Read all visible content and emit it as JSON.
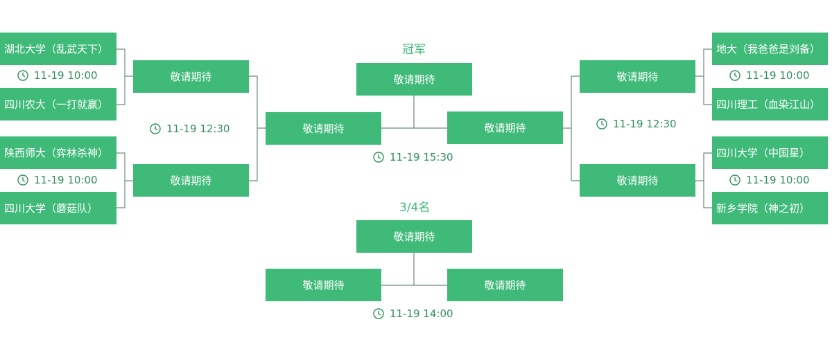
{
  "colors": {
    "accent": "#3fba78",
    "text_green": "#2f8f5a",
    "line": "#6a8a78"
  },
  "headings": {
    "champion": "冠军",
    "third_place": "3/4名"
  },
  "left": {
    "teams": [
      "湖北大学（乱武天下）",
      "四川农大（一打就赢）",
      "陕西师大（弈林杀神）",
      "四川大学（蘑菇队）"
    ],
    "match_times": [
      "11-19  10:00",
      "11-19  10:00"
    ],
    "round2": [
      "敬请期待",
      "敬请期待"
    ],
    "round2_time": "11-19  12:30",
    "semifinal": "敬请期待"
  },
  "right": {
    "teams": [
      "地大（我爸爸是刘备）",
      "四川理工（血染江山）",
      "四川大学（中国星）",
      "新乡学院（神之初）"
    ],
    "match_times": [
      "11-19  10:00",
      "11-19  10:00"
    ],
    "round2": [
      "敬请期待",
      "敬请期待"
    ],
    "round2_time": "11-19  12:30",
    "semifinal": "敬请期待"
  },
  "final": {
    "winner": "敬请期待",
    "time": "11-19  15:30"
  },
  "third": {
    "winner": "敬请期待",
    "left": "敬请期待",
    "right": "敬请期待",
    "time": "11-19  14:00"
  },
  "icons": {
    "clock": "clock-icon"
  }
}
